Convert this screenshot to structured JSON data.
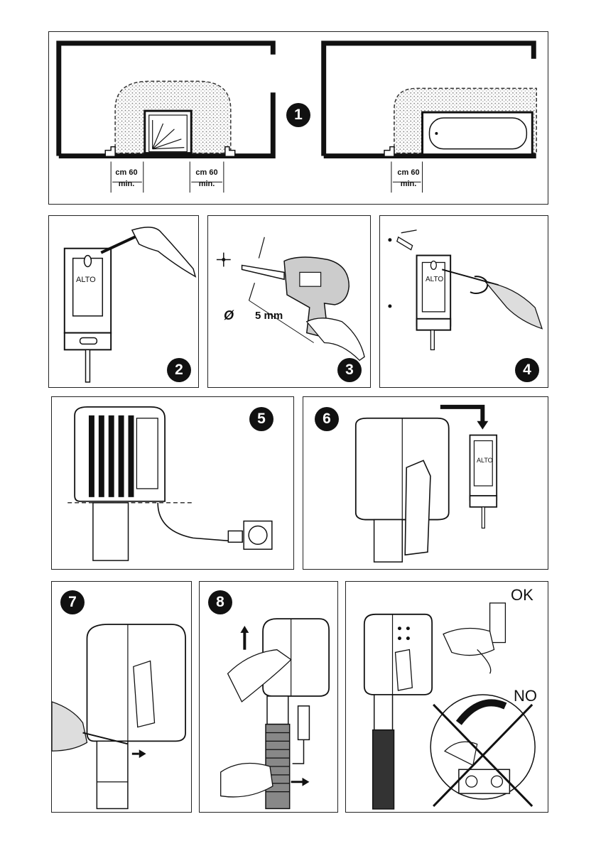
{
  "steps": {
    "s1": "1",
    "s2": "2",
    "s3": "3",
    "s4": "4",
    "s5": "5",
    "s6": "6",
    "s7": "7",
    "s8": "8"
  },
  "clearance": {
    "left_a": "cm 60",
    "left_a_sub": "min.",
    "left_b": "cm 60",
    "left_b_sub": "min.",
    "right": "cm 60",
    "right_sub": "min."
  },
  "brand": {
    "plate_text": "ALTO"
  },
  "drill": {
    "diameter_symbol": "Ø",
    "size": "5 mm"
  },
  "check": {
    "ok": "OK",
    "no": "NO"
  },
  "colors": {
    "ink": "#111111",
    "paper": "#ffffff",
    "hatch": "#bdbdbd"
  }
}
